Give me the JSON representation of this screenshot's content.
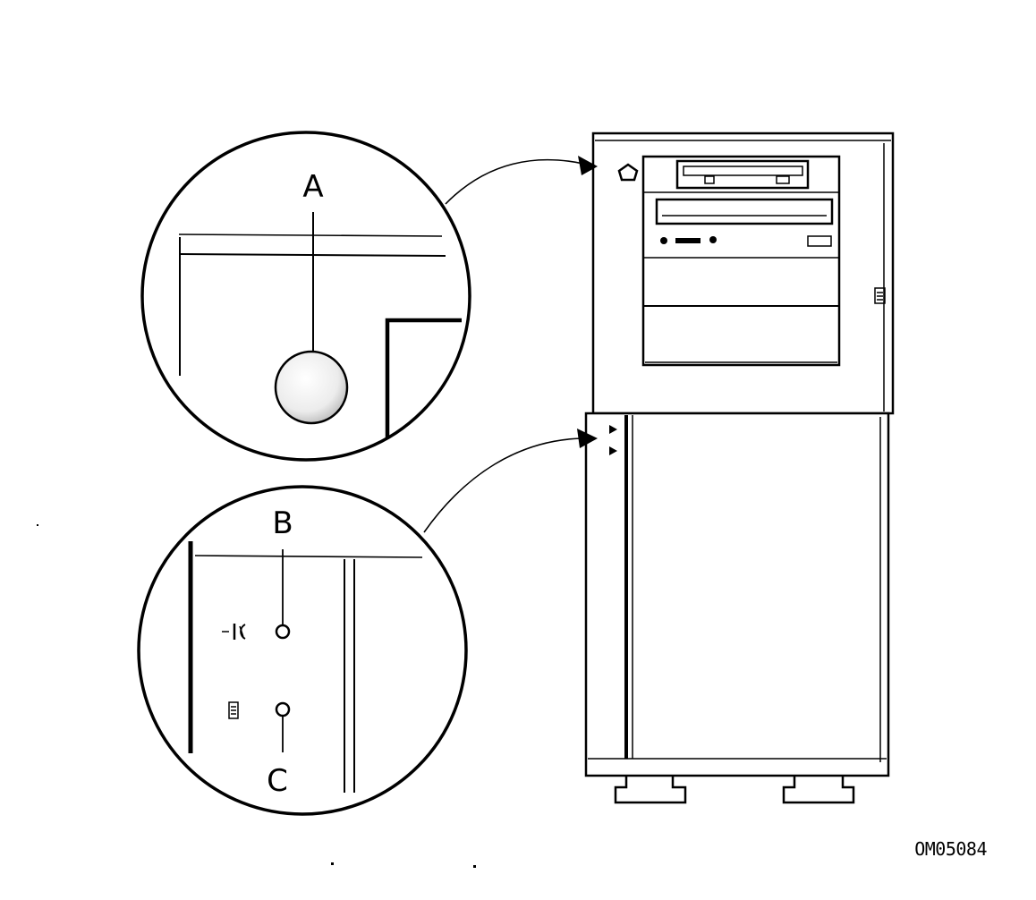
{
  "callouts": {
    "a": "A",
    "b": "B",
    "c": "C"
  },
  "figure_id": "OM05084",
  "colors": {
    "ink": "#000000",
    "paper": "#ffffff",
    "button_fill": "#e6e6e6"
  }
}
